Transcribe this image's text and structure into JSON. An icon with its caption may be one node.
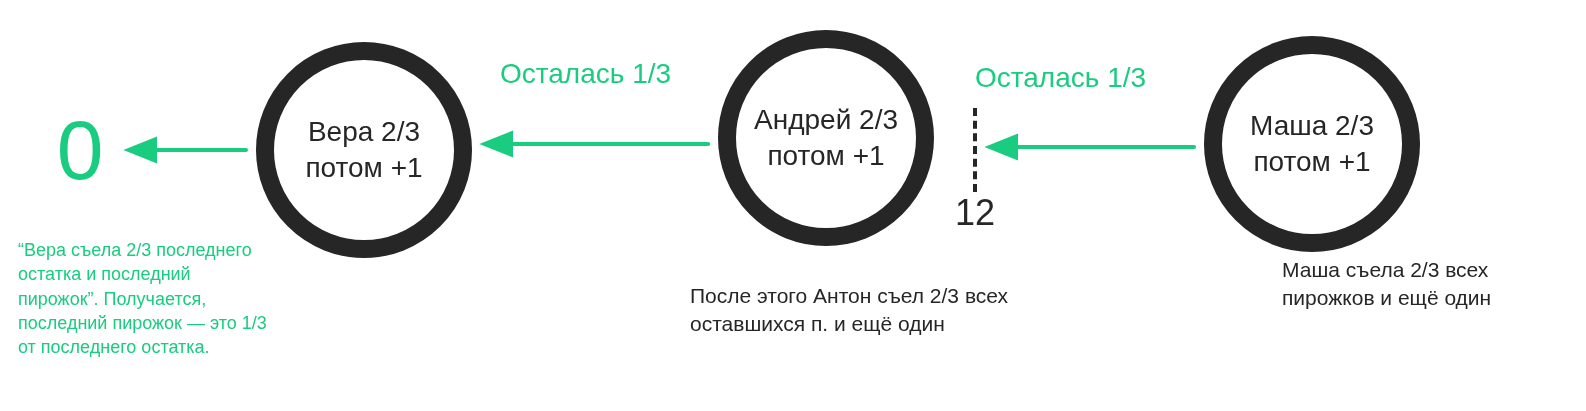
{
  "diagram": {
    "nodes": [
      {
        "text": [
          "0"
        ]
      },
      {
        "text": [
          "Вера 2/3 потом +1"
        ],
        "beside": [
          "“Вера съела 2/3 последнего остатка и последний пирожок”. Получается, последний пирожок — это 1/3 от последнего остатка."
        ]
      },
      {
        "text": [
          "Андрей 2/3 потом +1"
        ],
        "beside": [
          "После этого Антон съел 2/3 всех оставшихся п. и ещё один"
        ]
      },
      {
        "text": [],
        "shape": "line"
      },
      {
        "text": [
          "Маша 2/3 потом +1"
        ],
        "beside": [
          "Маша съела 2/3 всех пирожков и ещё один"
        ]
      }
    ],
    "edges": [
      {
        "from": 4,
        "to": 3,
        "arrow": "to",
        "label": "Осталась 1/3"
      },
      {
        "from": 2,
        "to": 1,
        "arrow": "to",
        "label": "Осталась 1/3"
      },
      {
        "from": 1,
        "to": 0,
        "arrow": "to"
      }
    ],
    "labels": [
      "12"
    ]
  }
}
